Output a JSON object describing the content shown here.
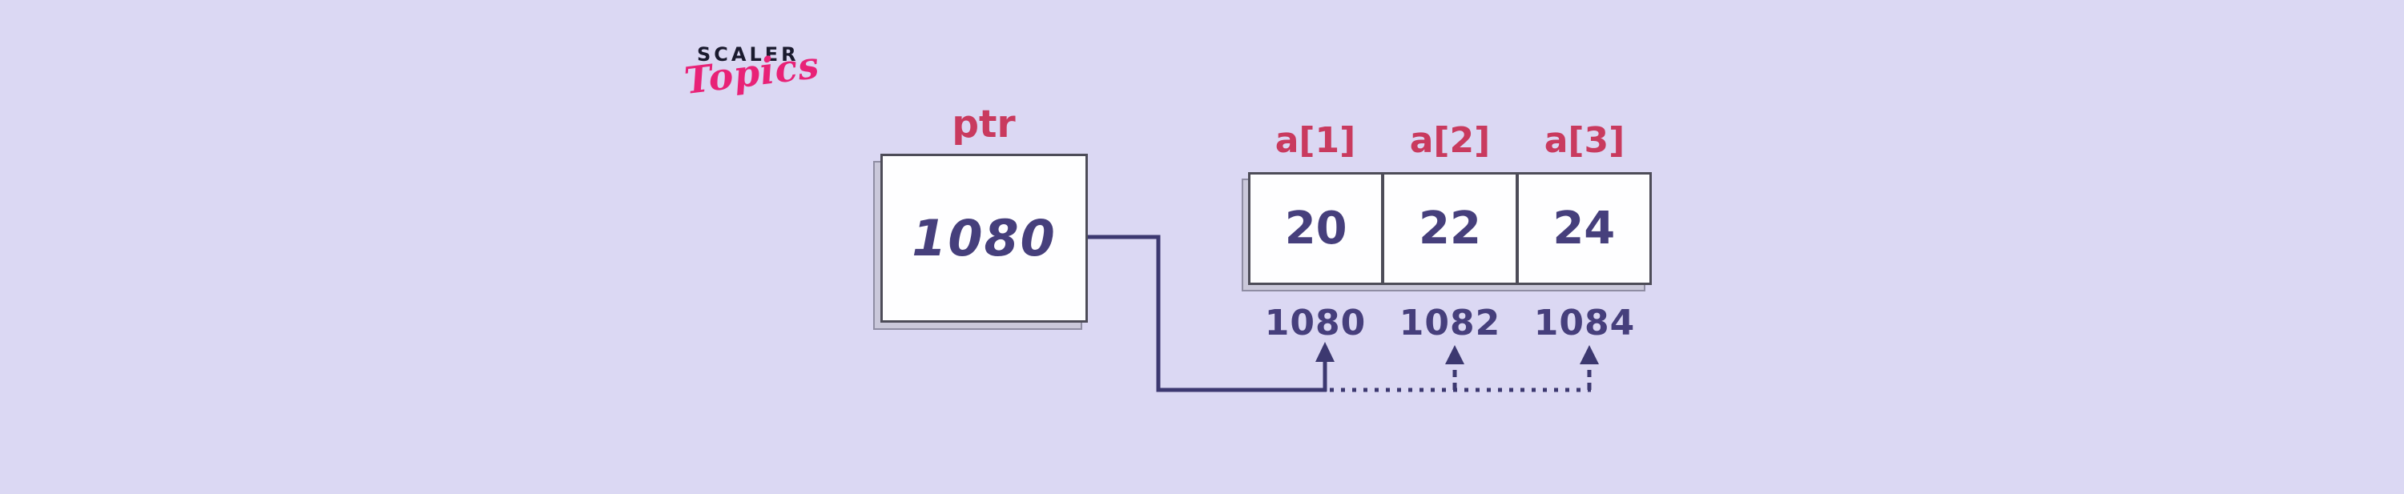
{
  "logo": {
    "brand": "SCALER",
    "wordmark": "Topics"
  },
  "pointer": {
    "label": "ptr",
    "value": "1080"
  },
  "array": {
    "cells": [
      {
        "index_label": "a[1]",
        "value": "20",
        "address": "1080"
      },
      {
        "index_label": "a[2]",
        "value": "22",
        "address": "1082"
      },
      {
        "index_label": "a[3]",
        "value": "24",
        "address": "1084"
      }
    ]
  },
  "colors": {
    "background": "#dbd8f3",
    "accent_red": "#c93a5e",
    "logo_pink": "#e82277",
    "logo_navy": "#1a1a2e",
    "ink_purple": "#463f7c",
    "line_purple": "#3c3870",
    "box_border": "#4d4c58",
    "shadow_border": "#8f8da3",
    "shadow_fill": "#cac8da",
    "box_fill": "#fefeff"
  }
}
